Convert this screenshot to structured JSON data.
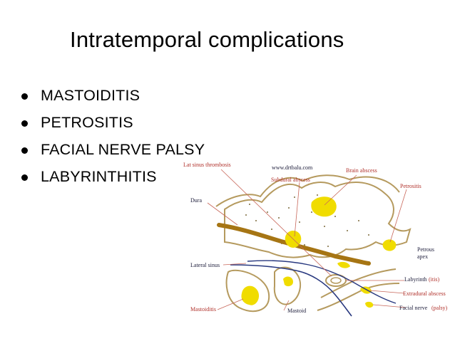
{
  "slide": {
    "title": "Intratemporal complications",
    "bullets": [
      {
        "text": "MASTOIDITIS"
      },
      {
        "text": "PETROSITIS"
      },
      {
        "text": "FACIAL NERVE PALSY"
      },
      {
        "text": "LABYRINTHITIS"
      }
    ]
  },
  "figure": {
    "watermark": "www.drtbalu.com",
    "labels": {
      "lat_sinus_thrombosis": "Lat sinus thrombosis",
      "brain_abscess": "Brain abscess",
      "subdural_abscess": "Subdural abscess",
      "petrositis": "Petrositis",
      "dura": "Dura",
      "petrous_apex_1": "Petrous",
      "petrous_apex_2": "apex",
      "lateral_sinus": "Lateral sinus",
      "labyrinth": "Labyrinth",
      "labyrinth_suffix": "(itis)",
      "extradural_abscess": "Extradural abscess",
      "mastoiditis": "Mastoiditis",
      "mastoid": "Mastoid",
      "facial_nerve": "Facial nerve",
      "facial_nerve_suffix": "(palsy)"
    },
    "colors": {
      "abscess_fill": "#f0dc00",
      "bone_outline": "#b59a5e",
      "sinus_band": "#a67514",
      "leader_line": "#c8675a",
      "blue_line": "#28387f"
    }
  }
}
